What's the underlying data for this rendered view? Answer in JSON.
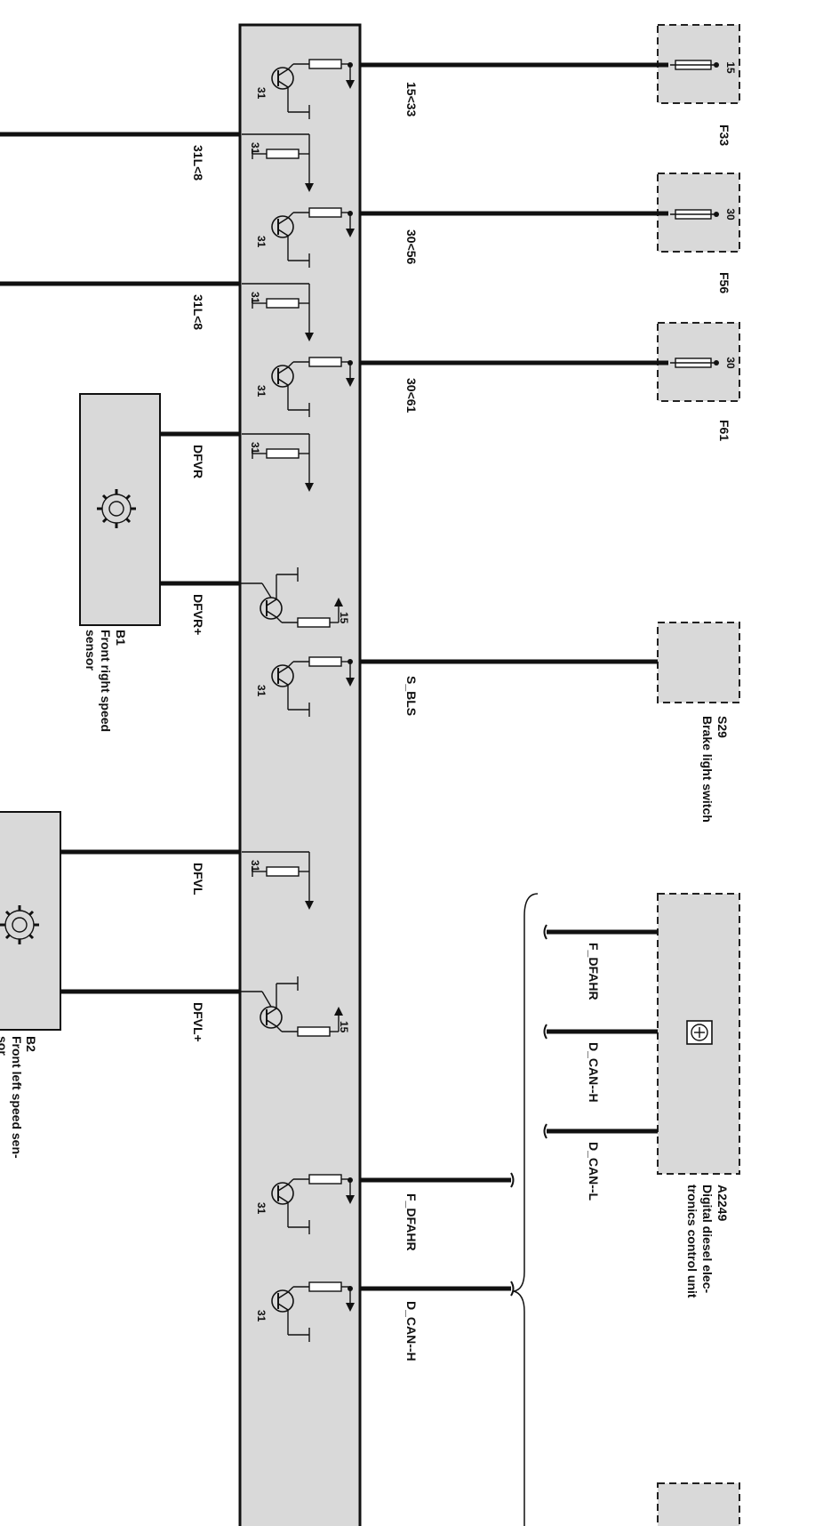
{
  "control_unit": {},
  "wires": {
    "w1": "15<33",
    "w2": "31L<8",
    "w3": "30<56",
    "w4": "31L<8",
    "w5": "30<61",
    "w6": "DFVR",
    "w7": "DFVR+",
    "w8": "S_BLS",
    "w9": "DFVL",
    "w10": "DFVL+",
    "w11": "F_DFAHR",
    "w12": "D_CAN--H",
    "w13": "F_DFAHR",
    "w14": "D_CAN--H",
    "w15": "D_CAN--L"
  },
  "pins": {
    "p15": "15",
    "p30": "30",
    "p31": "31"
  },
  "components": {
    "f33": {
      "id": "F33",
      "pin": "15"
    },
    "f56": {
      "id": "F56",
      "pin": "30"
    },
    "f61": {
      "id": "F61",
      "pin": "30"
    },
    "s29": {
      "id": "S29",
      "name": "Brake light switch"
    },
    "a2249": {
      "id": "A2249",
      "name_line1": "Digital diesel elec-",
      "name_line2": "tronics control unit"
    },
    "b1": {
      "id": "B1",
      "name_line1": "Front right speed",
      "name_line2": "sensor"
    },
    "b2": {
      "id": "B2",
      "name_line1": "Front left speed sen-",
      "name_line2": "sor"
    }
  },
  "colors": {
    "module_fill": "#d9d9d9",
    "line": "#111111",
    "dashed_border": "#222222"
  }
}
